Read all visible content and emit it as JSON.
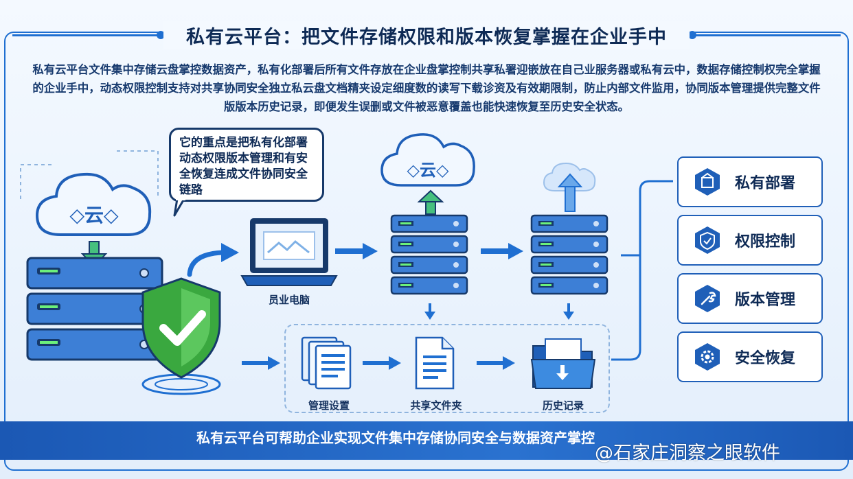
{
  "title": "私有云平台：把文件存储权限和版本恢复掌握在企业手中",
  "intro": "私有云平台文件集中存储云盘掌控数据资产，私有化部署后所有文件存放在企业盘掌控制共享私署迎嵌放在自己业服务器或私有云中，数据存储控制权完全掌握的企业手中，动态权限控制支持对共享协同安全独立私云盘文档精夹设定细度数的读写下载诊资及有效期限制，防止内部文件监用，协同版本管理提供完整文件版版本历史记录，即便发生误删或文件被恶意覆盖也能快速恢复至历史安全状态。",
  "callout": "它的重点是把私有化部署动态权限版本管理和有安全恢复连成文件协同安全链路",
  "cloud_text": "◇云◇",
  "laptop_label": "员业电脑",
  "flow_labels": [
    "管理设置",
    "共享文件夹",
    "历史记录"
  ],
  "features": [
    {
      "label": "私有部署",
      "icon": "building-icon"
    },
    {
      "label": "权限控制",
      "icon": "shield-check-icon"
    },
    {
      "label": "版本管理",
      "icon": "wrench-icon"
    },
    {
      "label": "安全恢复",
      "icon": "gear-icon"
    }
  ],
  "banner": "私有云平台可帮助企业实现文件集中存储协同安全与数据资产掌控",
  "watermark": "@石家庄洞察之眼软件",
  "colors": {
    "accent": "#1f6fd1",
    "dark": "#16396a",
    "green": "#3aa83f",
    "banner": "#1b58b4"
  }
}
